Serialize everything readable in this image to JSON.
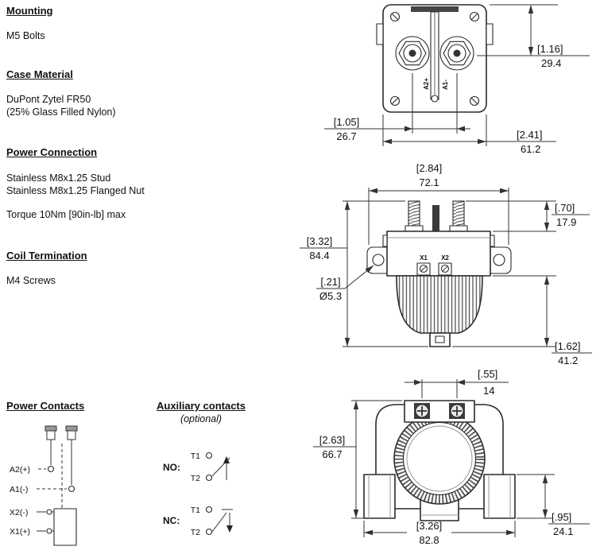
{
  "specs": {
    "mounting": {
      "heading": "Mounting",
      "line1": "M5 Bolts"
    },
    "case_material": {
      "heading": "Case Material",
      "line1": "DuPont Zytel FR50",
      "line2": "(25% Glass Filled Nylon)"
    },
    "power_connection": {
      "heading": "Power Connection",
      "line1": "Stainless M8x1.25 Stud",
      "line2": "Stainless M8x1.25 Flanged Nut",
      "line3": "Torque 10Nm [90in-lb] max"
    },
    "coil_termination": {
      "heading": "Coil Termination",
      "line1": "M4 Screws"
    }
  },
  "top_view": {
    "label_a2": "A2+",
    "label_a1": "A1-",
    "dim_height_in": "[1.16]",
    "dim_height_mm": "29.4",
    "dim_spacing_in": "[1.05]",
    "dim_spacing_mm": "26.7",
    "dim_width_in": "[2.41]",
    "dim_width_mm": "61.2"
  },
  "side_view": {
    "label_x1": "X1",
    "label_x2": "X2",
    "dim_width_in": "[2.84]",
    "dim_width_mm": "72.1",
    "dim_stud_in": "[.70]",
    "dim_stud_mm": "17.9",
    "dim_height_in": "[3.32]",
    "dim_height_mm": "84.4",
    "dim_hole_in": "[.21]",
    "dim_hole_mm": "Ø5.3",
    "dim_lower_in": "[1.62]",
    "dim_lower_mm": "41.2"
  },
  "front_view": {
    "dim_screws_in": "[.55]",
    "dim_screws_mm": "14",
    "dim_height_in": "[2.63]",
    "dim_height_mm": "66.7",
    "dim_width_in": "[3.26]",
    "dim_width_mm": "82.8",
    "dim_foot_in": "[.95]",
    "dim_foot_mm": "24.1"
  },
  "power_contacts": {
    "title": "Power Contacts",
    "label_a2": "A2(+)",
    "label_a1": "A1(-)",
    "label_x2": "X2(-)",
    "label_x1": "X1(+)"
  },
  "aux_contacts": {
    "title": "Auxiliary contacts",
    "subtitle": "(optional)",
    "no_label": "NO:",
    "nc_label": "NC:",
    "no_t1": "T1",
    "no_t2": "T2",
    "nc_t1": "T1",
    "nc_t2": "T2"
  }
}
